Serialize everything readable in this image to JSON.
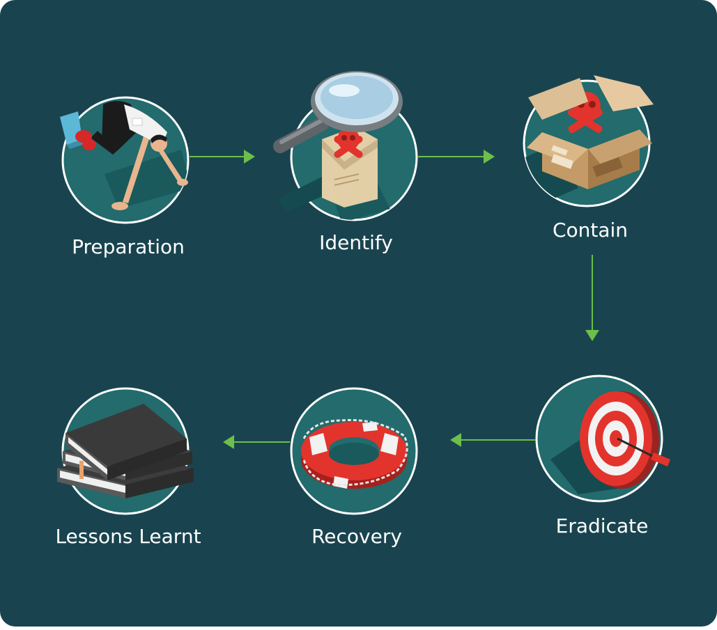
{
  "colors": {
    "background": "#19444f",
    "circle_fill": "#236b6d",
    "circle_ring": "#ffffff",
    "arrow": "#6dbf4b",
    "label": "#ffffff",
    "hazard_red": "#e2342c"
  },
  "steps": [
    {
      "label": "Preparation",
      "icon": "sprinter-start-icon"
    },
    {
      "label": "Identify",
      "icon": "magnifier-envelope-skull-icon"
    },
    {
      "label": "Contain",
      "icon": "box-skull-icon"
    },
    {
      "label": "Eradicate",
      "icon": "target-arrow-icon"
    },
    {
      "label": "Recovery",
      "icon": "lifebuoy-icon"
    },
    {
      "label": "Lessons Learnt",
      "icon": "books-stack-icon"
    }
  ]
}
